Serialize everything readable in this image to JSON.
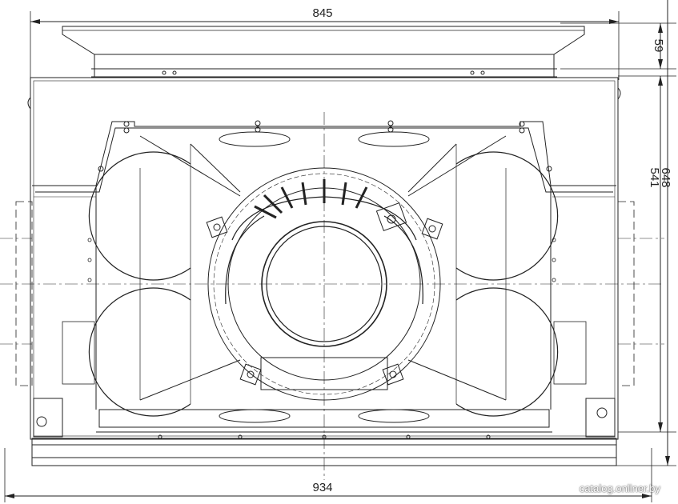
{
  "drawing": {
    "dimension_top_width": "845",
    "dimension_bottom_width": "934",
    "dimension_hood_height": "59",
    "dimension_total_height": "648",
    "dimension_body_height": "541"
  },
  "watermark": "catalog.onliner.by",
  "colors": {
    "line": "#222222",
    "background": "#ffffff"
  }
}
